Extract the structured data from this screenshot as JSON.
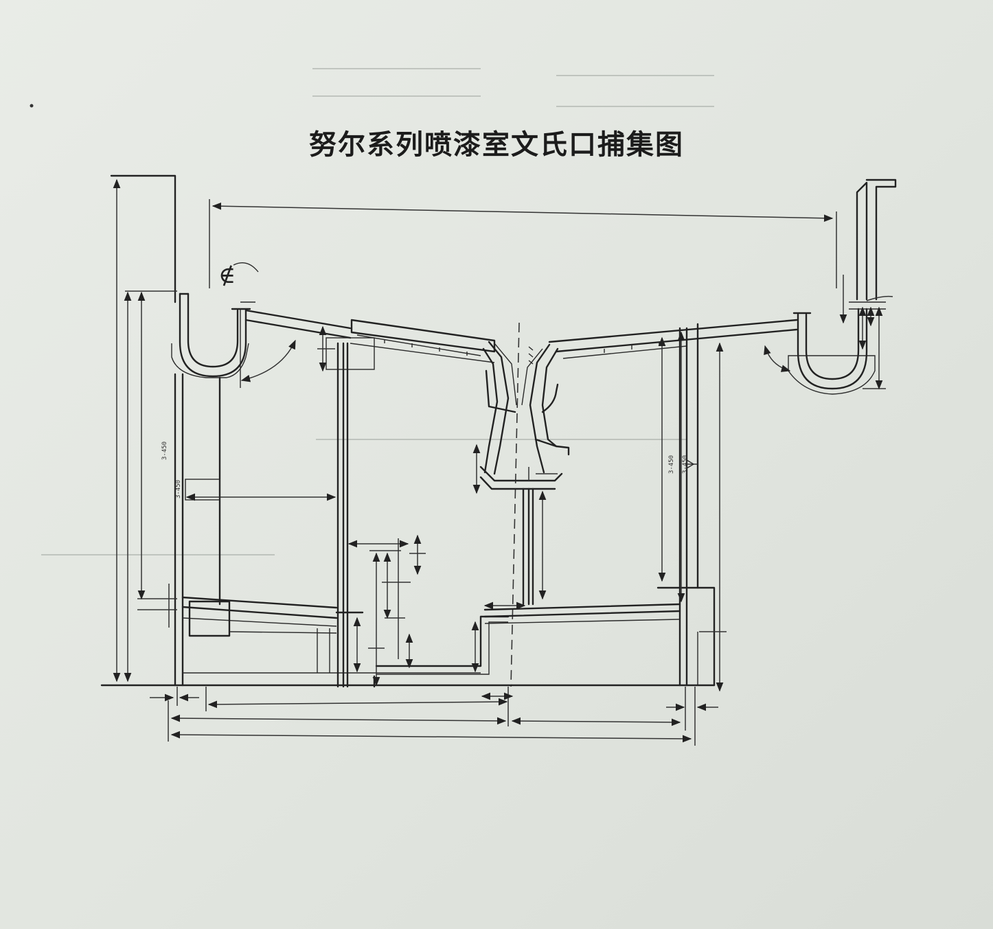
{
  "title": "努尔系列喷漆室文氏口捕集图",
  "annotations": {
    "handwritten_mark": "∉",
    "dim_left_upper": "3-450",
    "dim_left_lower": "3-450",
    "dim_right_upper": "3-450",
    "dim_right_lower": "3-450"
  },
  "colors": {
    "paper": "#e6e9e4",
    "ink": "#222222"
  }
}
